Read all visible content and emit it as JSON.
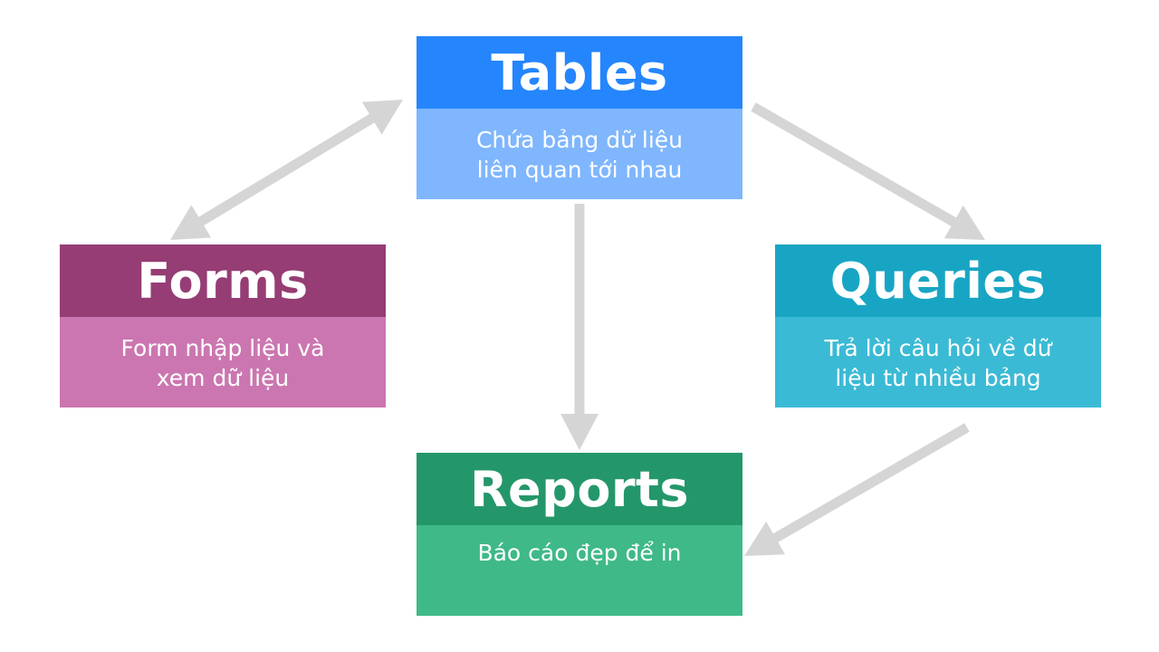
{
  "colors": {
    "arrow": "#d5d5d5"
  },
  "nodes": {
    "tables": {
      "title": "Tables",
      "desc": "Chứa bảng dữ liệu\nliên quan tới nhau",
      "header_color": "#2585fd",
      "body_color": "#7fb6fd"
    },
    "forms": {
      "title": "Forms",
      "desc": "Form nhập liệu và\nxem dữ liệu",
      "header_color": "#953d74",
      "body_color": "#cb76b0"
    },
    "queries": {
      "title": "Queries",
      "desc": "Trả lời câu hỏi về dữ\nliệu từ nhiều bảng",
      "header_color": "#18a5c4",
      "body_color": "#3bbad5"
    },
    "reports": {
      "title": "Reports",
      "desc": "Báo cáo đẹp để in",
      "header_color": "#24976a",
      "body_color": "#3fb988"
    }
  },
  "edges": [
    {
      "from": "tables",
      "to": "forms",
      "direction": "both"
    },
    {
      "from": "tables",
      "to": "queries",
      "direction": "forward"
    },
    {
      "from": "tables",
      "to": "reports",
      "direction": "forward"
    },
    {
      "from": "queries",
      "to": "reports",
      "direction": "forward"
    }
  ]
}
